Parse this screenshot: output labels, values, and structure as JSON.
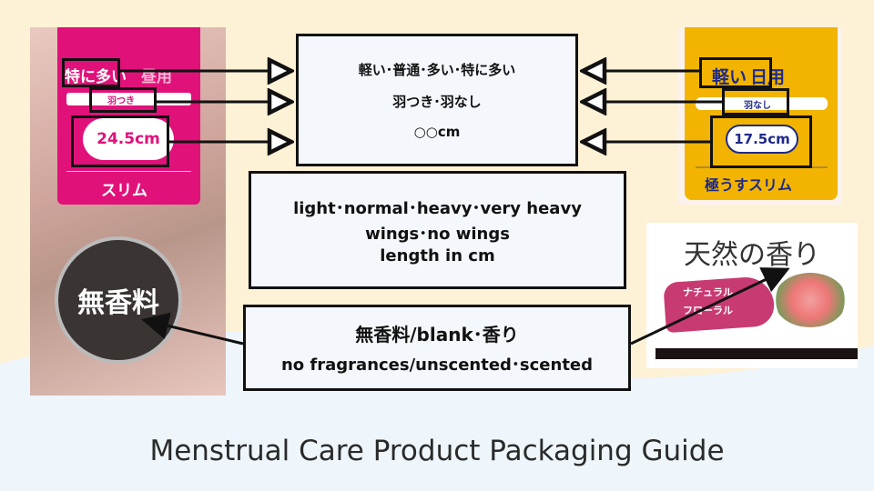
{
  "left_package": {
    "flow_label": "特に多い",
    "flow_suffix": "昼用",
    "wings": "羽つき",
    "length": "24.5cm",
    "shape": "スリム",
    "scent_badge": "無香料"
  },
  "right_package": {
    "flow_label": "軽い",
    "flow_suffix": "日用",
    "wings": "羽なし",
    "length": "17.5cm",
    "shape": "極うすスリム"
  },
  "fragrance_image": {
    "heading": "天然の香り",
    "tag_line1": "ナチュラル",
    "tag_line2": "フローラル"
  },
  "japanese_box": {
    "line1": "軽い･普通･多い･特に多い",
    "line2": "羽つき･羽なし",
    "line3": "○○cm"
  },
  "english_box": {
    "line1": "light･normal･heavy･very heavy",
    "line2": "wings･no wings",
    "line3": "length in cm"
  },
  "scent_box": {
    "line1": "無香料/blank･香り",
    "line2": "no fragrances/unscented･scented"
  },
  "title": "Menstrual Care Product Packaging Guide"
}
